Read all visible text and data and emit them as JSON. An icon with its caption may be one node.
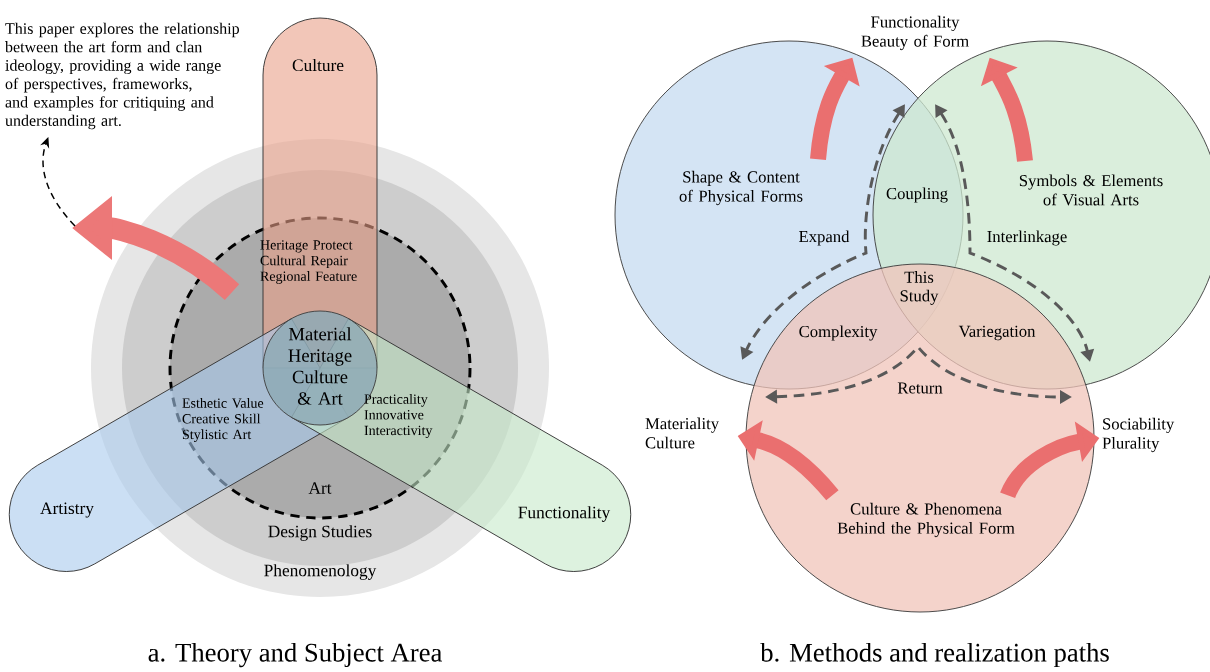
{
  "diagram": {
    "nodes": [
      {
        "text": [
          "This paper explores the relationship between the art form and clan ideology, providing a wide range of perspectives, frameworks, and examples for critiquing and understanding art."
        ]
      },
      {
        "text": [
          "Phenomenology"
        ]
      },
      {
        "text": [
          "Design Studies"
        ],
        "in": 1
      },
      {
        "text": [
          "Art"
        ],
        "in": 2
      },
      {
        "text": [
          "Culture"
        ]
      },
      {
        "text": [
          "Artistry"
        ]
      },
      {
        "text": [
          "Functionality"
        ]
      },
      {
        "text": [
          "Material Heritage Culture & Art"
        ],
        "in": 3
      },
      {
        "text": [
          "Functionality Beauty of Form"
        ]
      },
      {
        "text": [
          "Shape & Content of Physical Forms"
        ]
      },
      {
        "text": [
          "Symbols & Elements of Visual Arts"
        ]
      },
      {
        "text": [
          "Materiality Culture"
        ]
      },
      {
        "text": [
          "Sociability Plurality"
        ]
      },
      {
        "text": [
          "Culture & Phenomena Behind the Physical Form"
        ]
      }
    ],
    "edges": [
      {
        "from": null,
        "to": 0,
        "arrow": "to",
        "style": "dashed",
        "color": "#000000"
      },
      {
        "from": 9,
        "to": 8,
        "arrow": "to"
      },
      {
        "from": 10,
        "to": 8,
        "arrow": "to"
      },
      {
        "from": 13,
        "to": 11,
        "arrow": "to"
      },
      {
        "from": 13,
        "to": 12,
        "arrow": "to"
      }
    ],
    "labels": [
      "Heritage Protect Cultural Repair Regional Feature",
      "Esthetic Value Creative Skill Stylistic Art",
      "Practicality Innovative Interactivity",
      "Coupling",
      "Expand",
      "Interlinkage",
      "This Study",
      "Complexity",
      "Variegation",
      "Return",
      "a. Theory and Subject Area",
      "b. Methods and realization paths"
    ]
  }
}
